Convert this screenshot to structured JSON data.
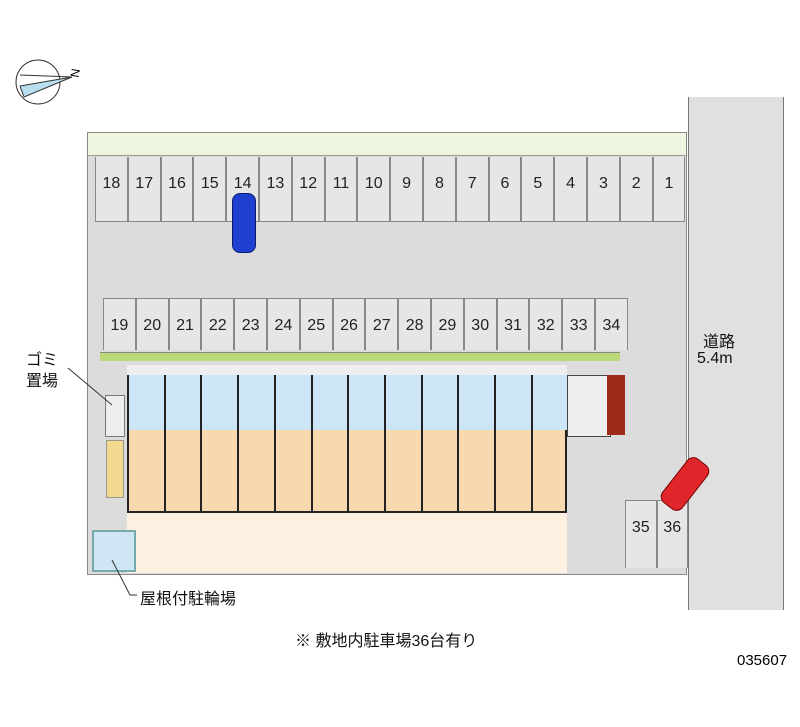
{
  "compass": {
    "north_label": "N"
  },
  "parking": {
    "top_row": [
      "18",
      "17",
      "16",
      "15",
      "14",
      "13",
      "12",
      "11",
      "10",
      "9",
      "8",
      "7",
      "6",
      "5",
      "4",
      "3",
      "2",
      "1"
    ],
    "middle_row": [
      "19",
      "20",
      "21",
      "22",
      "23",
      "24",
      "25",
      "26",
      "27",
      "28",
      "29",
      "30",
      "31",
      "32",
      "33",
      "34"
    ],
    "right_row": [
      "35",
      "36"
    ]
  },
  "labels": {
    "road": "道路",
    "road_width": "5.4m",
    "garbage_line1": "ゴミ",
    "garbage_line2": "置場",
    "bike_shed": "屋根付駐輪場",
    "note": "※ 敷地内駐車場36台有り",
    "code": "035607"
  },
  "building": {
    "units": 12
  }
}
